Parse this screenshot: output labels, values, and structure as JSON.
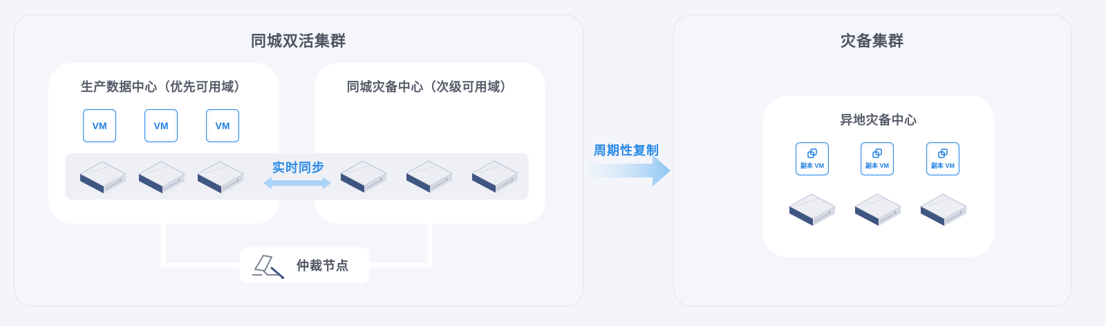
{
  "clusters": {
    "active_active": {
      "title": "同城双活集群",
      "primary_dc": {
        "title": "生产数据中心（优先可用域）",
        "vms": [
          "VM",
          "VM",
          "VM"
        ]
      },
      "secondary_dc": {
        "title": "同城灾备中心（次级可用域）"
      },
      "sync_label": "实时同步",
      "arbiter_label": "仲裁节点"
    },
    "dr": {
      "title": "灾备集群",
      "remote_dc": {
        "title": "异地灾备中心",
        "replica_vms": [
          "副本 VM",
          "副本 VM",
          "副本 VM"
        ]
      }
    }
  },
  "replication_label": "周期性复制",
  "colors": {
    "accent": "#2b8ae6",
    "server_top": "#eceef4",
    "server_side": "#3f5582",
    "page_bg": "#f4f5fa"
  },
  "icons": [
    "vm-icon",
    "server-icon",
    "gavel-icon",
    "replica-icon",
    "double-arrow-icon",
    "right-arrow-icon"
  ]
}
